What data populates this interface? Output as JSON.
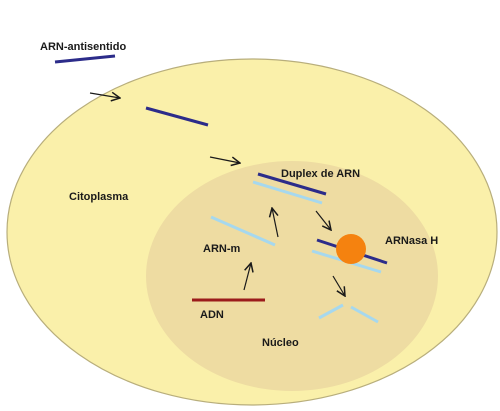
{
  "diagram": {
    "labels": {
      "antisense_rna": "ARN-antisentido",
      "cytoplasm": "Citoplasma",
      "rna_duplex": "Duplex de ARN",
      "rnase_h": "ARNasa H",
      "mrna": "ARN-m",
      "dna": "ADN",
      "nucleus": "Núcleo"
    },
    "colors": {
      "background": "#ffffff",
      "cell_fill": "#faf0aa",
      "cell_stroke": "#b8ae7c",
      "nucleus_fill": "#eedca2",
      "antisense_strand": "#2c2c8a",
      "mrna_strand": "#a6d8ee",
      "dna_strand": "#9b1b1b",
      "rnase_h": "#f5820f",
      "arrow": "#1a1a1a"
    }
  }
}
